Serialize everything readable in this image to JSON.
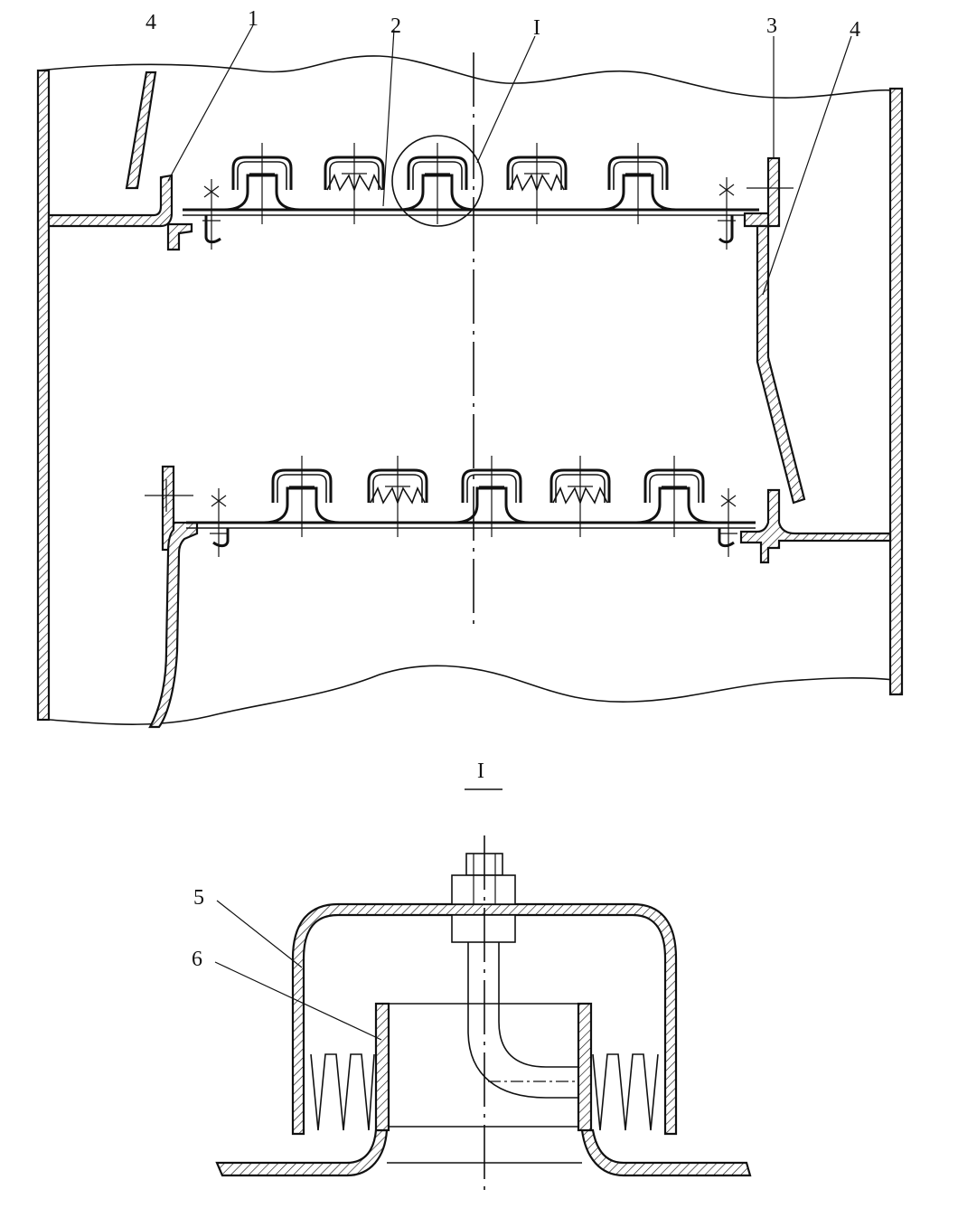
{
  "labels": {
    "part_1": "1",
    "part_2": "2",
    "part_3": "3",
    "part_4_left": "4",
    "part_4_right": "4",
    "detail_ref": "I",
    "detail_title": "I",
    "part_5": "5",
    "part_6": "6"
  },
  "colors": {
    "line": "#111111",
    "background": "#ffffff"
  }
}
